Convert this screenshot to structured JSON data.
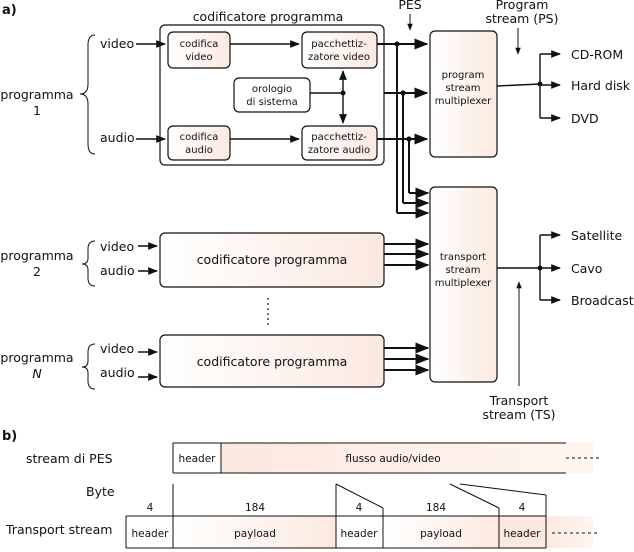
{
  "diagram": {
    "part_a_label": "a)",
    "part_b_label": "b)",
    "program1": {
      "label_line1": "programma",
      "label_line2": "1",
      "video": "video",
      "audio": "audio"
    },
    "program2": {
      "label_line1": "programma",
      "label_line2": "2",
      "video": "video",
      "audio": "audio"
    },
    "programN": {
      "label_line1": "programma",
      "label_line2": "N",
      "video": "video",
      "audio": "audio"
    },
    "encoder_title": "codificatore programma",
    "encoder_block_label": "codificatore programma",
    "codifica_video": [
      "codifica",
      "video"
    ],
    "codifica_audio": [
      "codifica",
      "audio"
    ],
    "pack_video": [
      "pacchettiz-",
      "zatore video"
    ],
    "pack_audio": [
      "pacchettiz-",
      "zatore audio"
    ],
    "clock": [
      "orologio",
      "di sistema"
    ],
    "pes_label": "PES",
    "ps_label": [
      "Program",
      "stream (PS)"
    ],
    "ps_mux": [
      "program",
      "stream",
      "multiplexer"
    ],
    "ts_mux": [
      "transport",
      "stream",
      "multiplexer"
    ],
    "ps_outputs": [
      "CD-ROM",
      "Hard disk",
      "DVD"
    ],
    "ts_outputs": [
      "Satellite",
      "Cavo",
      "Broadcast"
    ],
    "ts_label": [
      "Transport",
      "stream (TS)"
    ],
    "pes_stream_label": "stream di PES",
    "pes_header": "header",
    "pes_payload": "flusso audio/video",
    "byte_label": "Byte",
    "byte_sizes": [
      "4",
      "184",
      "4",
      "184",
      "4"
    ],
    "ts_stream_label": "Transport stream",
    "ts_cells": [
      "header",
      "payload",
      "header",
      "payload",
      "header"
    ]
  }
}
